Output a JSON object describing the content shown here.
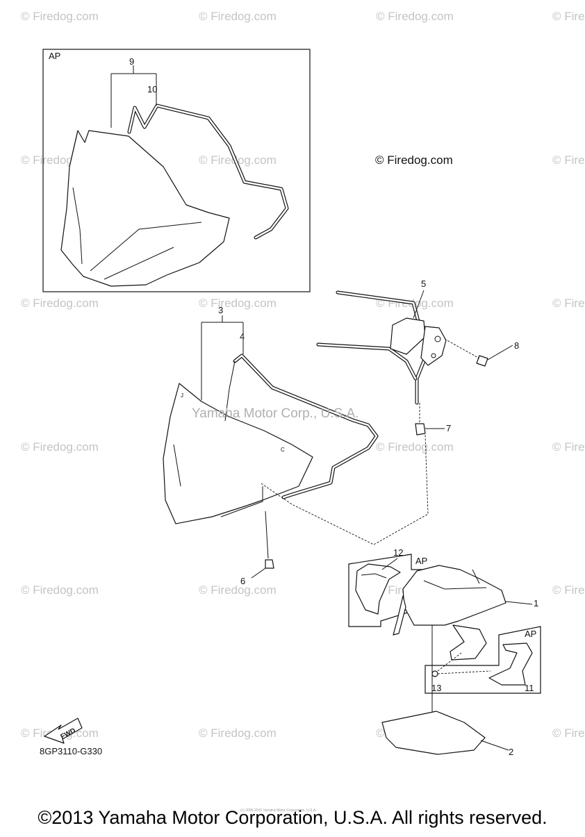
{
  "watermark": {
    "text": "© Firedog.com"
  },
  "center_watermark": {
    "text": "© Firedog.com"
  },
  "overlay_watermark": {
    "text": "Yamaha Motor Corp., U.S.A."
  },
  "diagram_code": "8GP3110-G330",
  "fwd_label": "FWD",
  "ap_labels": {
    "top": "AP",
    "mid": "AP",
    "right": "AP"
  },
  "part_callouts": {
    "p1": "1",
    "p2": "2",
    "p3": "3",
    "p4": "4",
    "p5": "5",
    "p6": "6",
    "p7": "7",
    "p8": "8",
    "p9": "9",
    "p10": "10",
    "p11": "11",
    "p12": "12",
    "p13": "13"
  },
  "small_copyright": "(c) 2005-2015 Yamaha Motor Corporation, U.S.A.",
  "copyright": "©2013 Yamaha Motor Corporation, U.S.A. All rights reserved."
}
